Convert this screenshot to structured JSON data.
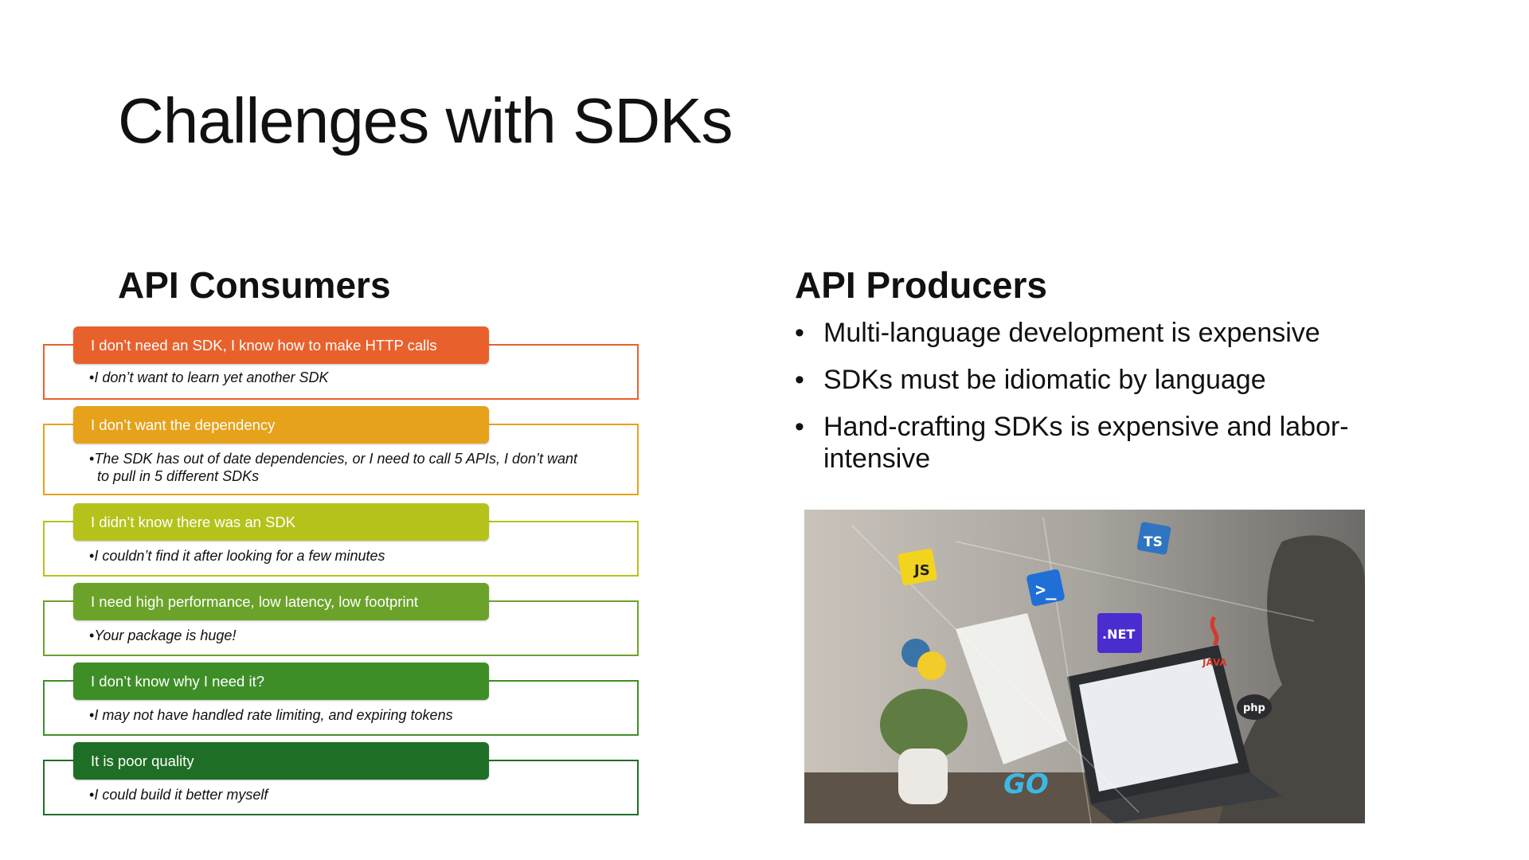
{
  "title": "Challenges with SDKs",
  "consumers": {
    "heading": "API Consumers",
    "items": [
      {
        "header": "I don’t need an SDK, I know how to make HTTP calls",
        "detail": "I don’t want to learn yet another SDK",
        "color": "#E8612C"
      },
      {
        "header": "I don’t want the dependency",
        "detail": "The SDK has out of date dependencies, or I need to call 5 APIs, I don’t want to pull in 5 different SDKs",
        "color": "#E6A21B"
      },
      {
        "header": "I didn’t know there was an SDK",
        "detail": "I couldn’t find it after looking for a few minutes",
        "color": "#B5C21C"
      },
      {
        "header": "I need high performance, low latency, low footprint",
        "detail": "Your package is huge!",
        "color": "#6BA32A"
      },
      {
        "header": "I don’t know why I need it?",
        "detail": "I may not have handled rate limiting, and expiring tokens",
        "color": "#3E8E27"
      },
      {
        "header": "It is poor quality",
        "detail": "I could build it better myself",
        "color": "#1F6E26"
      }
    ]
  },
  "producers": {
    "heading": "API Producers",
    "bullets": [
      "Multi-language development is expensive",
      "SDKs must be idiomatic by language",
      "Hand-crafting SDKs is expensive and labor-intensive"
    ]
  },
  "photo": {
    "icons": [
      "javascript-icon",
      "typescript-icon",
      "terminal-icon",
      "dotnet-icon",
      "python-icon",
      "java-icon",
      "php-icon",
      "go-icon"
    ],
    "icon_labels": {
      "js": "JS",
      "ts": "TS",
      "net": ".NET",
      "php": "php",
      "go": "GO",
      "java": "JAVA"
    }
  }
}
